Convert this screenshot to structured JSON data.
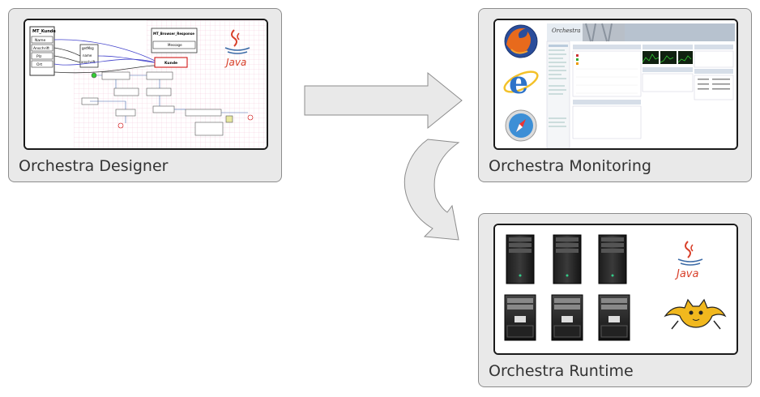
{
  "panels": {
    "designer": {
      "caption": "Orchestra Designer"
    },
    "monitoring": {
      "caption": "Orchestra Monitoring"
    },
    "runtime": {
      "caption": "Orchestra Runtime"
    }
  },
  "designer_screen": {
    "entity_title": "MT_Kunde",
    "entity_fields": [
      "Name",
      "Anschrift",
      "Plz",
      "Ort"
    ],
    "mapping_title": "getMsg",
    "mapping_fields": [
      "name",
      "anschrift"
    ],
    "response_title": "MT_Browser_Response",
    "response_field": "Message",
    "target_label": "Kunde"
  },
  "monitoring_screen": {
    "logo_text": "Orchestra"
  },
  "logos": {
    "java_text": "Java"
  }
}
